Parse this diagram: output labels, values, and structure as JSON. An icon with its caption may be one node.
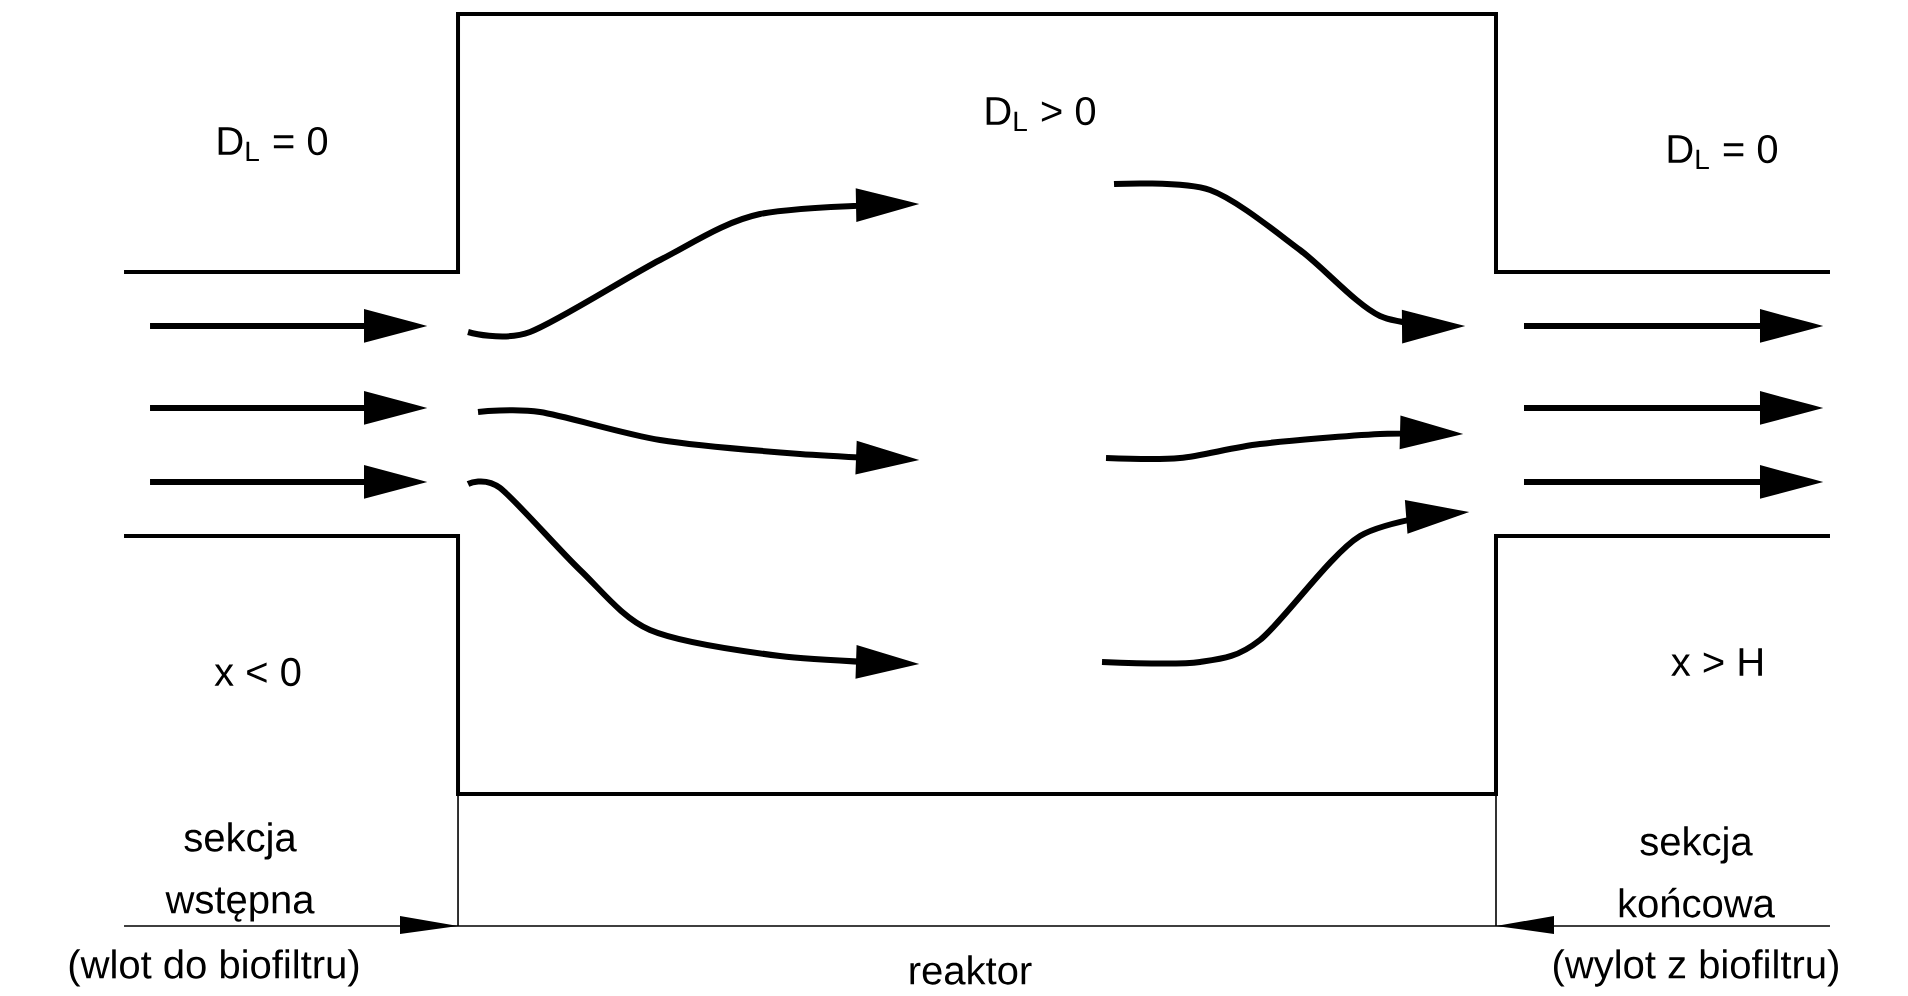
{
  "diagram": {
    "labels": [
      "D$_{L}$ = 0",
      "D$_{L}$ > 0",
      "D$_{L}$ = 0",
      "x < 0",
      "x > H",
      "sekcja wstępna",
      "(wlot do biofiltru)",
      "reaktor",
      "sekcja końcowa",
      "(wylot z biofiltru)"
    ]
  }
}
